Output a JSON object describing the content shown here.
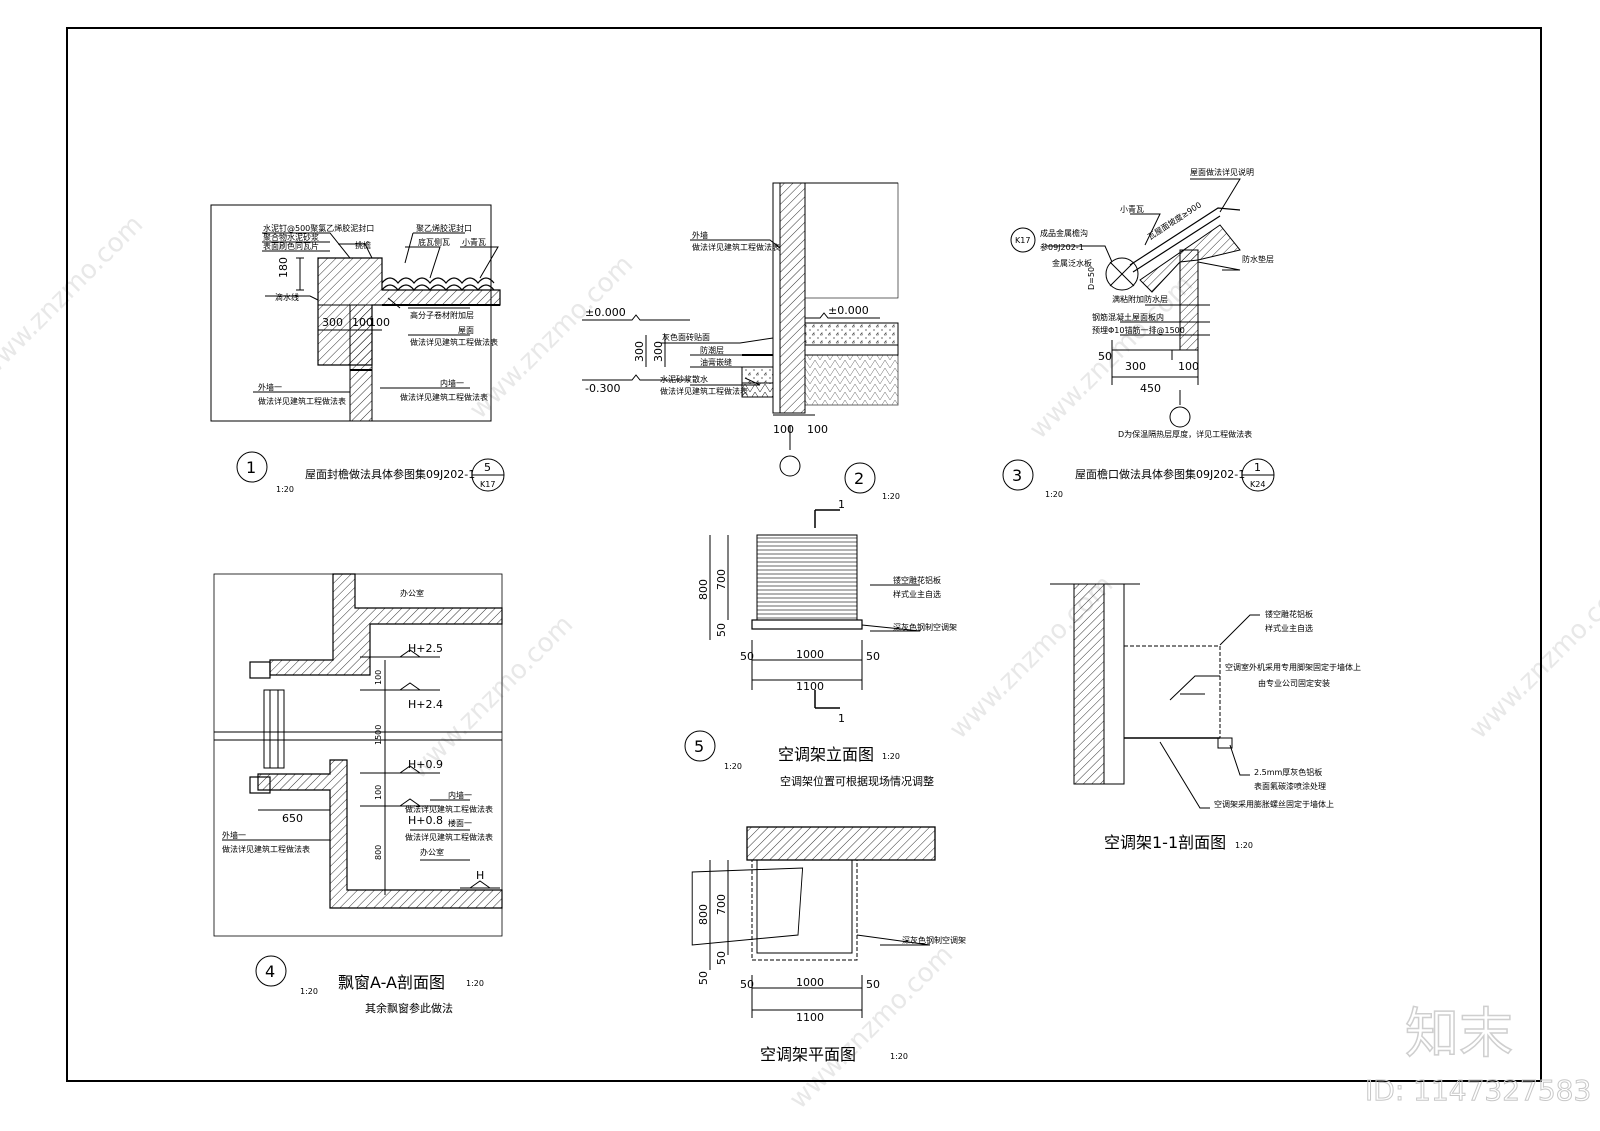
{
  "watermark": {
    "site": "www.znzmo.com",
    "brand": "知末",
    "id": "ID: 1147327583"
  },
  "d1": {
    "num": "1",
    "scale": "1:20",
    "title": "屋面封檐做法具体参图集09J202-1",
    "ref_top": "5",
    "ref_bot": "K17",
    "notes": [
      "水泥钉@500聚氯乙烯胶泥封口",
      "聚合物水泥砂浆",
      "表面刷色同瓦片",
      "挑檐",
      "聚乙烯胶泥封口",
      "底瓦侧瓦",
      "小青瓦",
      "滴水线",
      "高分子卷材附加层",
      "屋面",
      "做法详见建筑工程做法表",
      "内墙一",
      "做法详见建筑工程做法表",
      "外墙一",
      "做法详见建筑工程做法表"
    ],
    "dims": [
      "180",
      "300",
      "100",
      "100"
    ]
  },
  "d2": {
    "num": "2",
    "scale": "1:20",
    "notes": [
      "外墙",
      "做法详见建筑工程做法表",
      "灰色面砖贴面",
      "防潮层",
      "油膏嵌缝",
      "水泥砂浆散水",
      "做法详见建筑工程做法表"
    ],
    "levels": [
      "±0.000",
      "±0.000",
      "-0.300"
    ],
    "dims": [
      "300",
      "300",
      "100",
      "100"
    ]
  },
  "d3": {
    "num": "3",
    "scale": "1:20",
    "title": "屋面檐口做法具体参图集09J202-1",
    "ref_top": "1",
    "ref_bot": "K24",
    "notes": [
      "成品金属檐沟",
      "参09J202-1",
      "金属泛水板",
      "小青瓦",
      "屋面做法详见说明",
      "防水垫层",
      "满粘附加防水层",
      "钢筋混凝土屋面板内",
      "预埋Φ10锚筋一排@1500",
      "D为保温隔热层厚度，详见工程做法表"
    ],
    "dims": [
      "D=50",
      "50",
      "300",
      "100",
      "450"
    ],
    "callout": "K17",
    "slope": "瓦屋面坡度≥900"
  },
  "d4": {
    "num": "4",
    "scale": "1:20",
    "title": "飘窗A-A剖面图",
    "sub": "其余飘窗参此做法",
    "notes": [
      "办公室",
      "外墙一",
      "做法详见建筑工程做法表",
      "内墙一",
      "做法详见建筑工程做法表",
      "楼面一",
      "做法详见建筑工程做法表",
      "办公室"
    ],
    "levels": [
      "H+2.5",
      "H+2.4",
      "H+0.9",
      "H+0.8",
      "H"
    ],
    "dims": [
      "100",
      "1500",
      "100",
      "800",
      "650"
    ]
  },
  "d5": {
    "num": "5",
    "scale": "1:20",
    "title": "空调架立面图",
    "sub": "空调架位置可根据现场情况调整",
    "notes": [
      "镂空雕花铝板",
      "样式业主自选",
      "深灰色钢制空调架"
    ],
    "dims": [
      "800",
      "700",
      "50",
      "50",
      "1000",
      "50",
      "1100"
    ],
    "cut": "1"
  },
  "plan": {
    "title": "空调架平面图",
    "scale": "1:20",
    "notes": [
      "深灰色钢制空调架"
    ],
    "dims": [
      "800",
      "700",
      "50",
      "50",
      "50",
      "1000",
      "50",
      "1100"
    ]
  },
  "sec": {
    "title": "空调架1-1剖面图",
    "scale": "1:20",
    "notes": [
      "镂空雕花铝板",
      "样式业主自选",
      "空调室外机采用专用脚架固定于墙体上",
      "由专业公司固定安装",
      "2.5mm厚灰色铝板",
      "表面氟碳漆喷涂处理",
      "空调架采用膨胀螺丝固定于墙体上"
    ]
  }
}
